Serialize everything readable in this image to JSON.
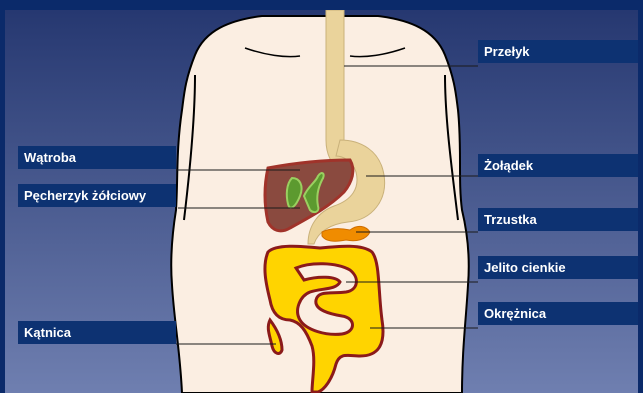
{
  "labels": {
    "przelyk": "Przełyk",
    "watroba": "Wątroba",
    "pecherzyk": "Pęcherzyk żółciowy",
    "zoladek": "Żołądek",
    "trzustka": "Trzustka",
    "jelito_cienkie": "Jelito cienkie",
    "okreznica": "Okrężnica",
    "katnica": "Kątnica"
  },
  "colors": {
    "background_top": "#24366f",
    "background_bottom": "#6f7fb0",
    "label_bg": "#0d3272",
    "body_skin": "#fbeee2",
    "esophagus": "#ead39b",
    "liver": "#8a4a3f",
    "gallbladder": "#5c9a2f",
    "pancreas": "#f08c00",
    "intestine": "#ffd400",
    "intestine_outline": "#8b1a1a"
  }
}
